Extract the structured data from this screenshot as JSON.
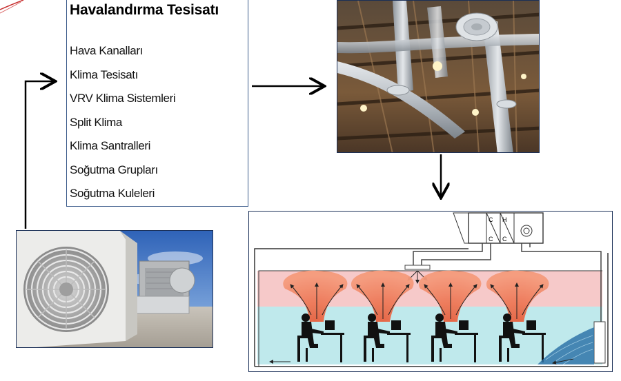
{
  "panel": {
    "title": "Havalandırma Tesisatı",
    "items": [
      "Hava Kanalları",
      "Klima Tesisatı",
      "VRV Klima Sistemleri",
      "Split Klima",
      "Klima Santralleri",
      "Soğutma Grupları",
      "Soğutma Kuleleri"
    ]
  },
  "diagram": {
    "unit_labels": {
      "cooling": "C",
      "heating": "H"
    }
  },
  "colors": {
    "frame_border": "#1a2f57",
    "warm_zone": "#f6c9c9",
    "cool_zone": "#bfe9ec",
    "airflow_plume": "#ef7a58",
    "water": "#2f74a9",
    "sky": "#3c78c8"
  }
}
